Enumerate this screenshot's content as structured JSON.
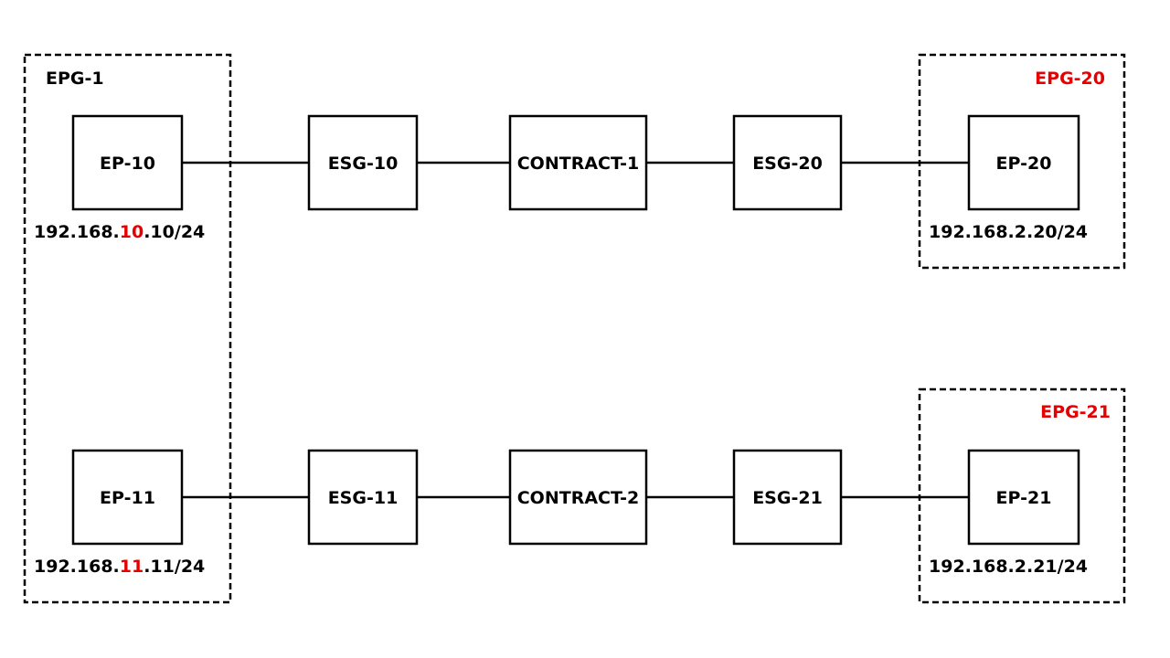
{
  "colors": {
    "line": "#000000",
    "text": "#000000",
    "highlight": "#e60000",
    "background": "#ffffff"
  },
  "groups": {
    "epg1": {
      "label": "EPG-1"
    },
    "epg20": {
      "label": "EPG-20"
    },
    "epg21": {
      "label": "EPG-21"
    }
  },
  "nodes": {
    "ep10": "EP-10",
    "esg10": "ESG-10",
    "contract1": "CONTRACT-1",
    "esg20": "ESG-20",
    "ep20": "EP-20",
    "ep11": "EP-11",
    "esg11": "ESG-11",
    "contract2": "CONTRACT-2",
    "esg21": "ESG-21",
    "ep21": "EP-21"
  },
  "addresses": {
    "ep10": {
      "prefix": "192.168.",
      "highlight": "10",
      "suffix": ".10/24"
    },
    "ep11": {
      "prefix": "192.168.",
      "highlight": "11",
      "suffix": ".11/24"
    },
    "ep20": "192.168.2.20/24",
    "ep21": "192.168.2.21/24"
  }
}
